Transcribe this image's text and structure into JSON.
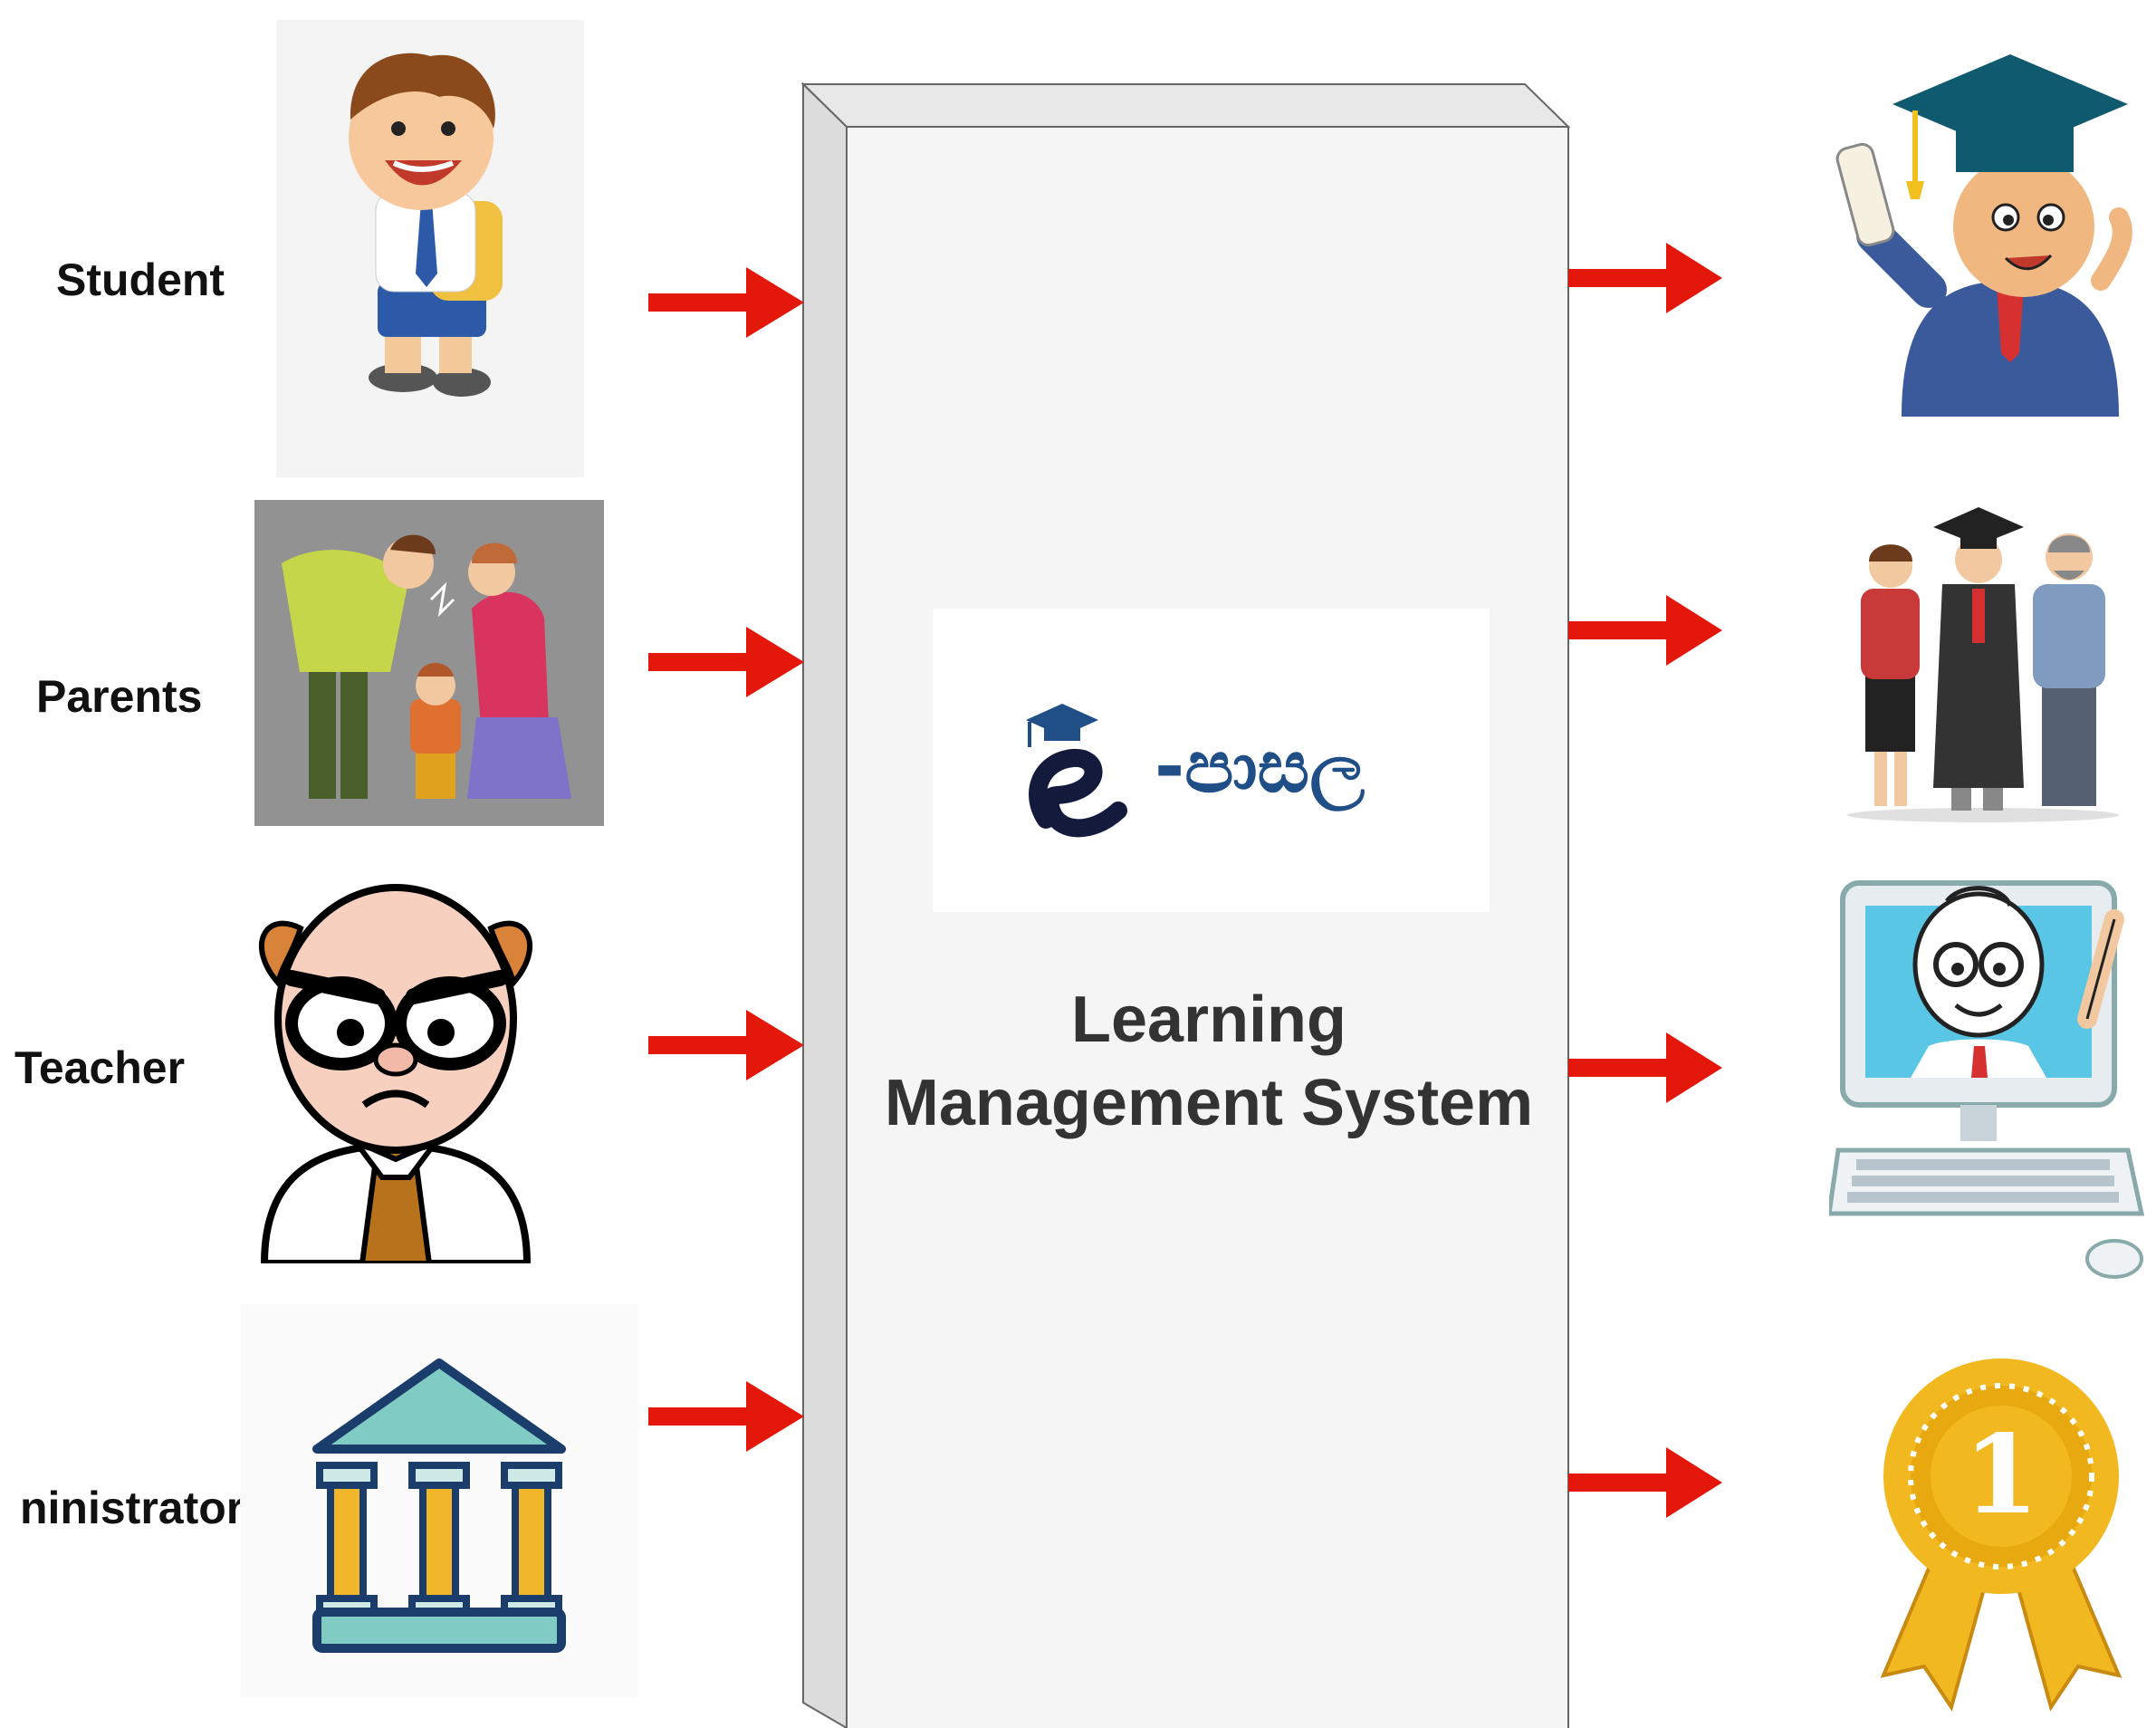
{
  "inputs": [
    {
      "label": "Student",
      "icon": "student-icon"
    },
    {
      "label": "Parents",
      "icon": "parents-icon"
    },
    {
      "label": "Teacher",
      "icon": "teacher-icon"
    },
    {
      "label": "ninistrator",
      "icon": "administrator-building-icon"
    }
  ],
  "system": {
    "title_line1": "Learning",
    "title_line2": "Management System",
    "logo_text": "-පාසල",
    "logo_icon": "e-pasala-logo-icon"
  },
  "outputs": [
    {
      "icon": "graduate-icon"
    },
    {
      "icon": "graduation-family-icon"
    },
    {
      "icon": "online-teacher-computer-icon"
    },
    {
      "icon": "first-place-award-icon"
    }
  ],
  "colors": {
    "arrow": "#e3170a",
    "box_face": "#f5f5f5",
    "box_side": "#dcdcdc",
    "box_stroke": "#666666",
    "logo_blue": "#1f4f86",
    "logo_navy": "#141a3c"
  }
}
